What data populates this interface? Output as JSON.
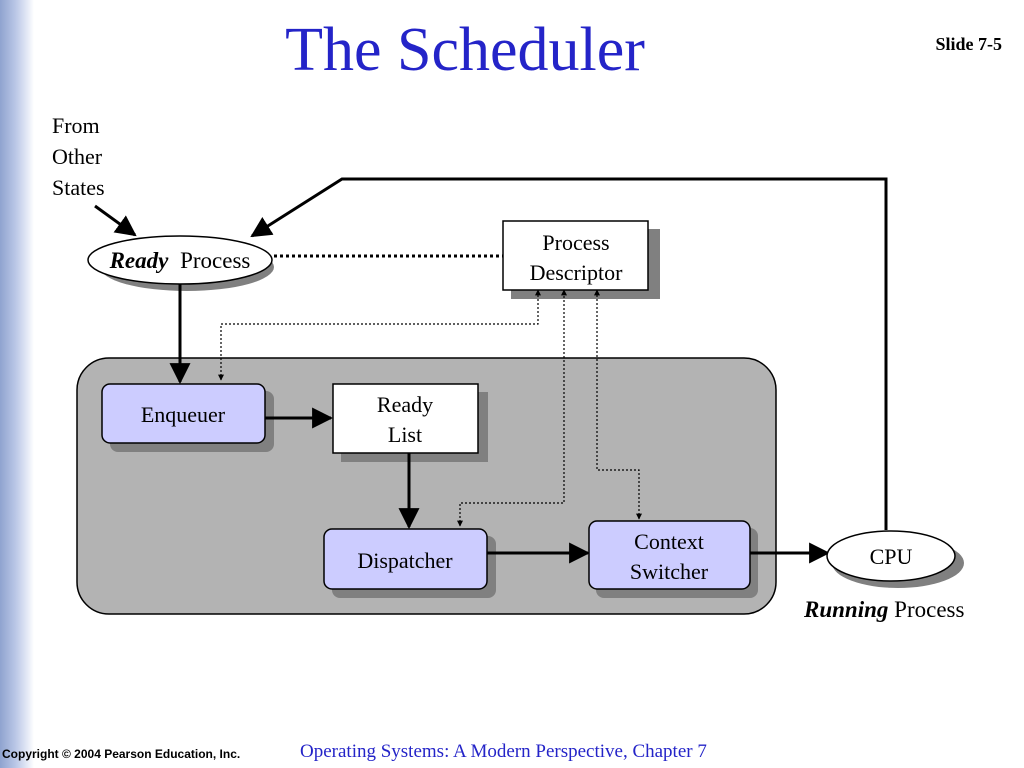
{
  "slide": {
    "title": "The Scheduler",
    "slide_number": "Slide 7-5"
  },
  "diagram": {
    "from_other_states": [
      "From",
      "Other",
      "States"
    ],
    "ready_process": {
      "emphasis": "Ready",
      "label": "Process"
    },
    "process_descriptor": [
      "Process",
      "Descriptor"
    ],
    "enqueuer": "Enqueuer",
    "ready_list": [
      "Ready",
      "List"
    ],
    "dispatcher": "Dispatcher",
    "context_switcher": [
      "Context",
      "Switcher"
    ],
    "cpu": "CPU",
    "running_process": {
      "emphasis": "Running",
      "label": "Process"
    }
  },
  "footer": {
    "copyright": "Copyright © 2004 Pearson Education, Inc.",
    "course": "Operating Systems: A Modern Perspective, Chapter 7"
  },
  "colors": {
    "title": "#2424c8",
    "scheduler_region": "#b3b3b3",
    "module_fill": "#ccccff",
    "shadow": "#808080"
  }
}
